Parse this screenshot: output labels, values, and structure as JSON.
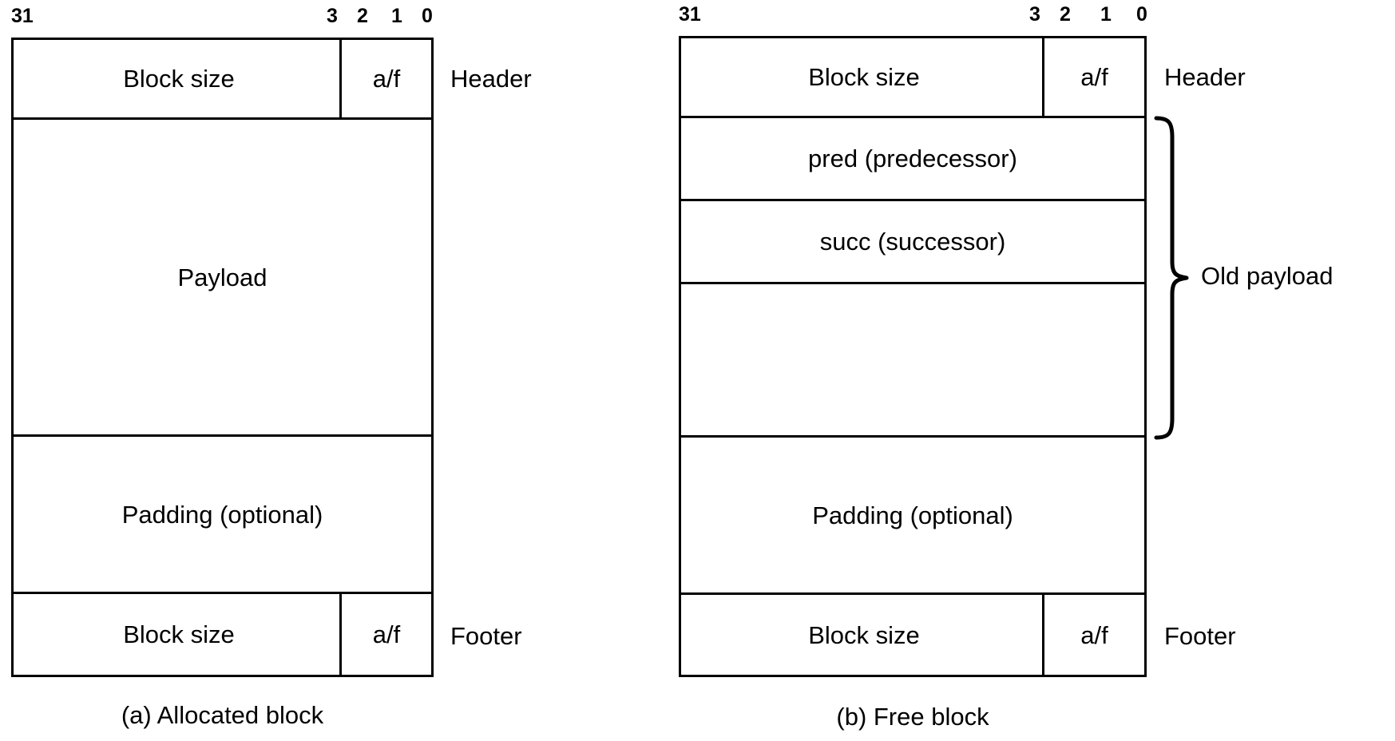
{
  "figure": {
    "bit_labels_high": "31",
    "bit_labels_low": [
      "3",
      "2",
      "1",
      "0"
    ]
  },
  "allocated_block": {
    "caption": "(a) Allocated block",
    "bits_high": "31",
    "bits": [
      "3",
      "2",
      "1",
      "0"
    ],
    "rows": [
      {
        "name": "header",
        "left_text": "Block size",
        "right_text": "a/f",
        "side_label": "Header"
      },
      {
        "name": "payload",
        "left_text": "Payload",
        "right_text": "",
        "side_label": ""
      },
      {
        "name": "padding",
        "left_text": "Padding (optional)",
        "right_text": "",
        "side_label": ""
      },
      {
        "name": "footer",
        "left_text": "Block size",
        "right_text": "a/f",
        "side_label": "Footer"
      }
    ]
  },
  "free_block": {
    "caption": "(b) Free block",
    "bits_high": "31",
    "bits": [
      "3",
      "2",
      "1",
      "0"
    ],
    "brace_label": "Old payload",
    "rows": [
      {
        "name": "header",
        "left_text": "Block size",
        "right_text": "a/f",
        "side_label": "Header"
      },
      {
        "name": "pred",
        "left_text": "pred (predecessor)",
        "right_text": "",
        "side_label": ""
      },
      {
        "name": "succ",
        "left_text": "succ (successor)",
        "right_text": "",
        "side_label": ""
      },
      {
        "name": "old-payload-space",
        "left_text": "",
        "right_text": "",
        "side_label": ""
      },
      {
        "name": "padding",
        "left_text": "Padding (optional)",
        "right_text": "",
        "side_label": ""
      },
      {
        "name": "footer",
        "left_text": "Block size",
        "right_text": "a/f",
        "side_label": "Footer"
      }
    ]
  },
  "colors": {
    "stroke": "#000000",
    "background": "#ffffff"
  }
}
